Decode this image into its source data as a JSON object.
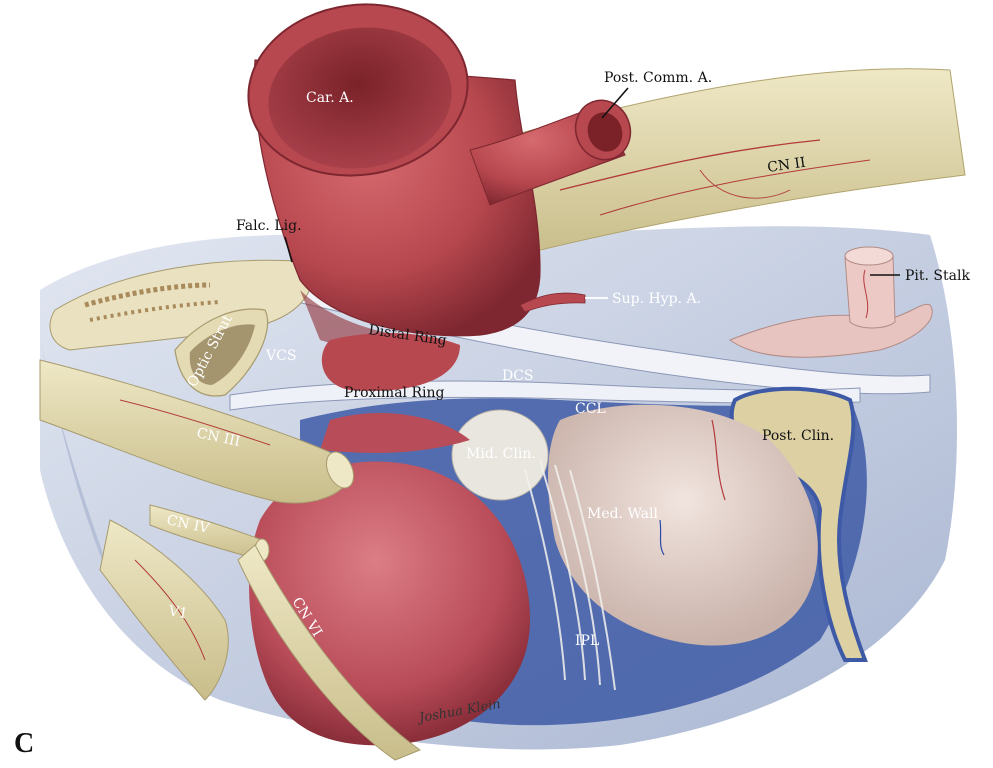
{
  "figure": {
    "panel_letter": "C",
    "signature": "Joshua Klein"
  },
  "labels": {
    "car_a": "Car. A.",
    "post_comm_a": "Post. Comm. A.",
    "cn_ii": "CN II",
    "falc_lig": "Falc. Lig.",
    "pit_stalk": "Pit. Stalk",
    "sup_hyp_a": "Sup. Hyp. A.",
    "distal_ring": "Distal Ring",
    "optic_strut": "Optic Strut",
    "vcs": "VCS",
    "dcs": "DCS",
    "proximal_ring": "Proximal Ring",
    "ccl": "CCL",
    "cn_iii": "CN III",
    "mid_clin": "Mid. Clin.",
    "post_clin": "Post. Clin.",
    "med_wall": "Med. Wall",
    "cn_iv": "CN IV",
    "v1": "V1",
    "cn_vi": "CN VI",
    "ipl": "IPL"
  },
  "colors": {
    "artery": "#b8484f",
    "artery_dark": "#8f2f36",
    "nerve": "#e3dbb2",
    "dura": "#c9d3e6",
    "venous_blue": "#3e5aa6",
    "gland": "#e7d6cf",
    "bone": "#d9cfa4"
  }
}
